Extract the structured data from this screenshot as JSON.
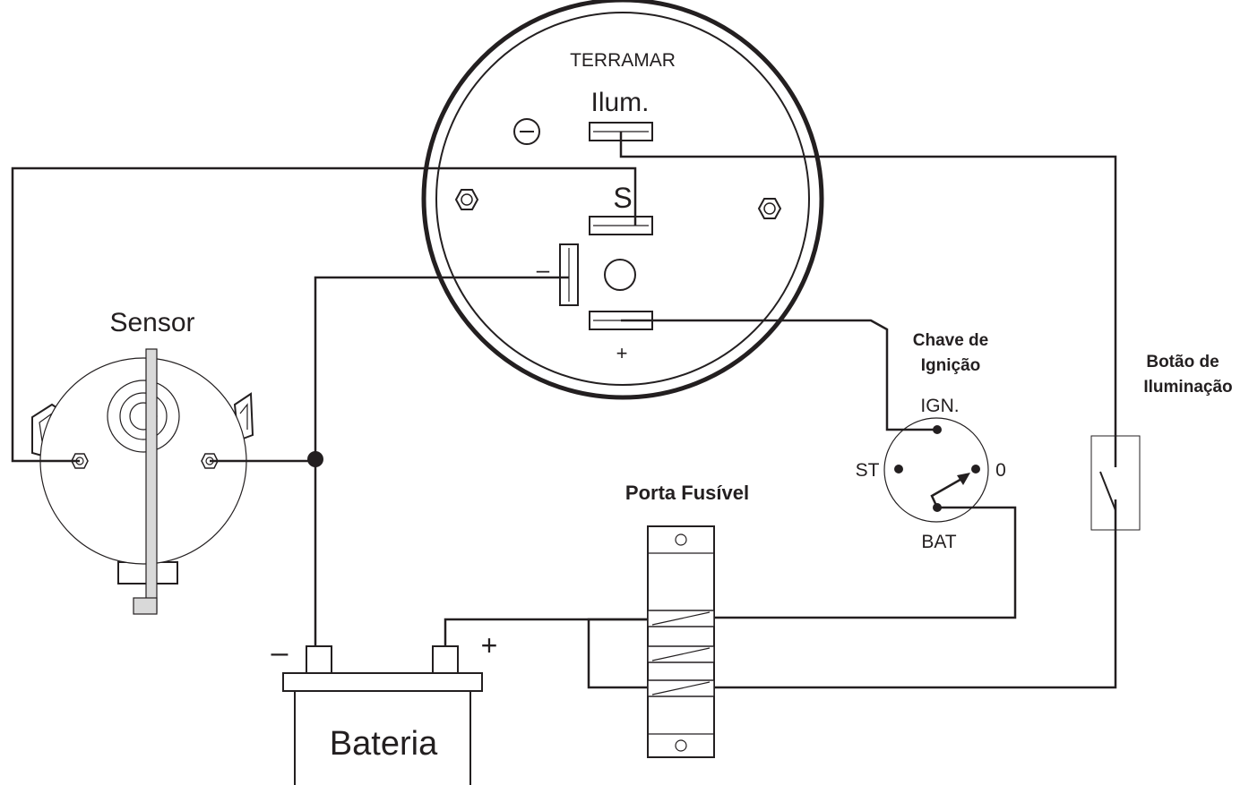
{
  "gauge": {
    "brand": "TERRAMAR",
    "ilum_label": "Ilum.",
    "s_label": "S",
    "minus_label": "–",
    "plus_label": "+",
    "ground_symbol": "minus-circle-icon"
  },
  "sensor": {
    "label": "Sensor"
  },
  "ignition": {
    "title_line1": "Chave de",
    "title_line2": "Ignição",
    "ign_label": "IGN.",
    "st_label": "ST",
    "zero_label": "0",
    "bat_label": "BAT"
  },
  "light_switch": {
    "title_line1": "Botão de",
    "title_line2": "Iluminação"
  },
  "fuse": {
    "label": "Porta Fusível"
  },
  "battery": {
    "label": "Bateria",
    "neg_label": "–",
    "pos_label": "+"
  },
  "colors": {
    "ink": "#231f20",
    "sensor_bar": "#d9d9d9"
  }
}
